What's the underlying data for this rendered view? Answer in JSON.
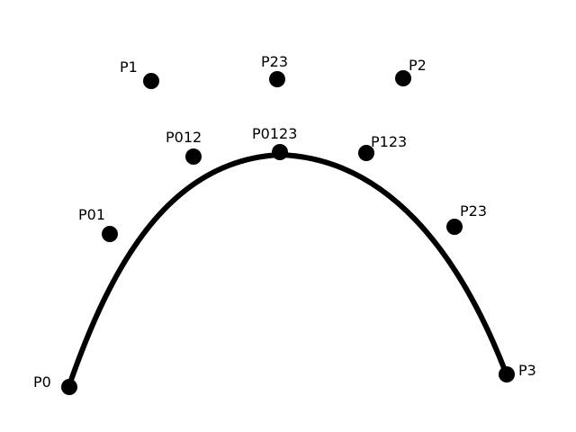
{
  "colors": {
    "background": "#ffffff",
    "ink": "#000000"
  },
  "points": [
    {
      "id": "p0",
      "label": "P0"
    },
    {
      "id": "p1",
      "label": "P1"
    },
    {
      "id": "p2",
      "label": "P2"
    },
    {
      "id": "p3",
      "label": "P3"
    },
    {
      "id": "p01",
      "label": "P01"
    },
    {
      "id": "p12",
      "label": "P23"
    },
    {
      "id": "p23",
      "label": "P23"
    },
    {
      "id": "p012",
      "label": "P012"
    },
    {
      "id": "p123",
      "label": "P123"
    },
    {
      "id": "p0123",
      "label": "P0123"
    }
  ]
}
